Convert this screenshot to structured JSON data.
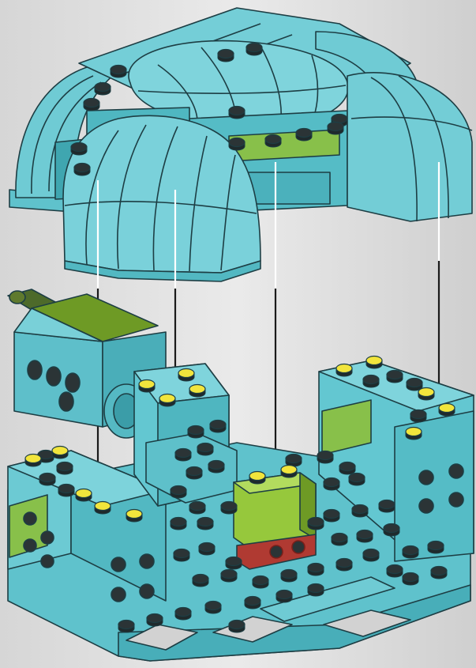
{
  "figure": {
    "kind": "exploded building-instruction illustration",
    "parts": [
      "roof-assembly",
      "base-assembly",
      "motor-unit"
    ],
    "guide_lines": 4
  },
  "colors": {
    "background": "#e4e4e4",
    "background_edge": "#c8c8c8",
    "brick": "#63c7d1",
    "brick_light": "#8ddbe2",
    "brick_dark": "#3aa3ae",
    "outline": "#1d3e44",
    "stud_top": "#2b3436",
    "stud_highlight": "#f2e53c",
    "green_brick": "#96c83c",
    "green_dark": "#6e9a25",
    "red_brick": "#b03a32",
    "olive": "#5f7a2e",
    "guide_line": "#1a1a1a"
  }
}
